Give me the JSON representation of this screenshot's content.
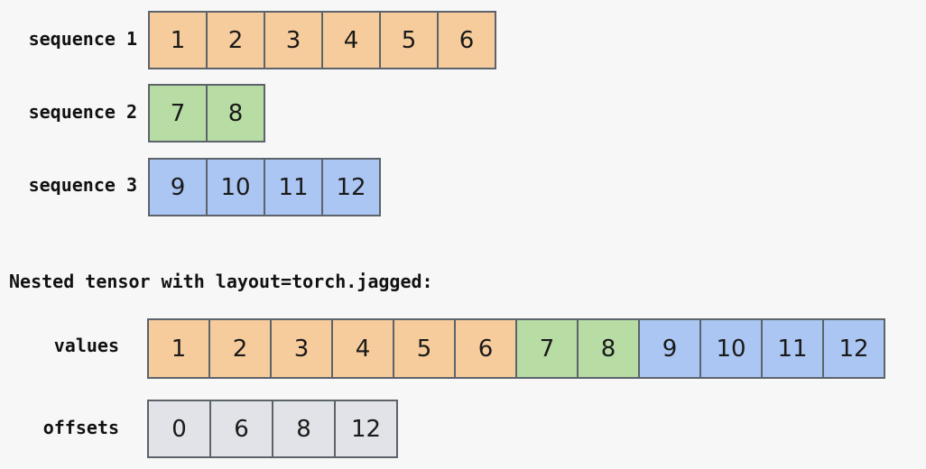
{
  "background_color": "#f7f7f7",
  "palette": {
    "orange": "#f7cc9c",
    "green": "#b7dca4",
    "blue": "#abc6f2",
    "gray": "#e2e3e8",
    "border": "#5c636b",
    "text": "#111111"
  },
  "sequences": [
    {
      "label": "sequence 1",
      "color": "orange",
      "values": [
        "1",
        "2",
        "3",
        "4",
        "5",
        "6"
      ]
    },
    {
      "label": "sequence 2",
      "color": "green",
      "values": [
        "7",
        "8"
      ]
    },
    {
      "label": "sequence 3",
      "color": "blue",
      "values": [
        "9",
        "10",
        "11",
        "12"
      ]
    }
  ],
  "caption": "Nested tensor with layout=torch.jagged:",
  "nested": {
    "values_label": "values",
    "values": [
      {
        "text": "1",
        "color": "orange"
      },
      {
        "text": "2",
        "color": "orange"
      },
      {
        "text": "3",
        "color": "orange"
      },
      {
        "text": "4",
        "color": "orange"
      },
      {
        "text": "5",
        "color": "orange"
      },
      {
        "text": "6",
        "color": "orange"
      },
      {
        "text": "7",
        "color": "green"
      },
      {
        "text": "8",
        "color": "green"
      },
      {
        "text": "9",
        "color": "blue"
      },
      {
        "text": "10",
        "color": "blue"
      },
      {
        "text": "11",
        "color": "blue"
      },
      {
        "text": "12",
        "color": "blue"
      }
    ],
    "offsets_label": "offsets",
    "offsets": [
      "0",
      "6",
      "8",
      "12"
    ]
  }
}
